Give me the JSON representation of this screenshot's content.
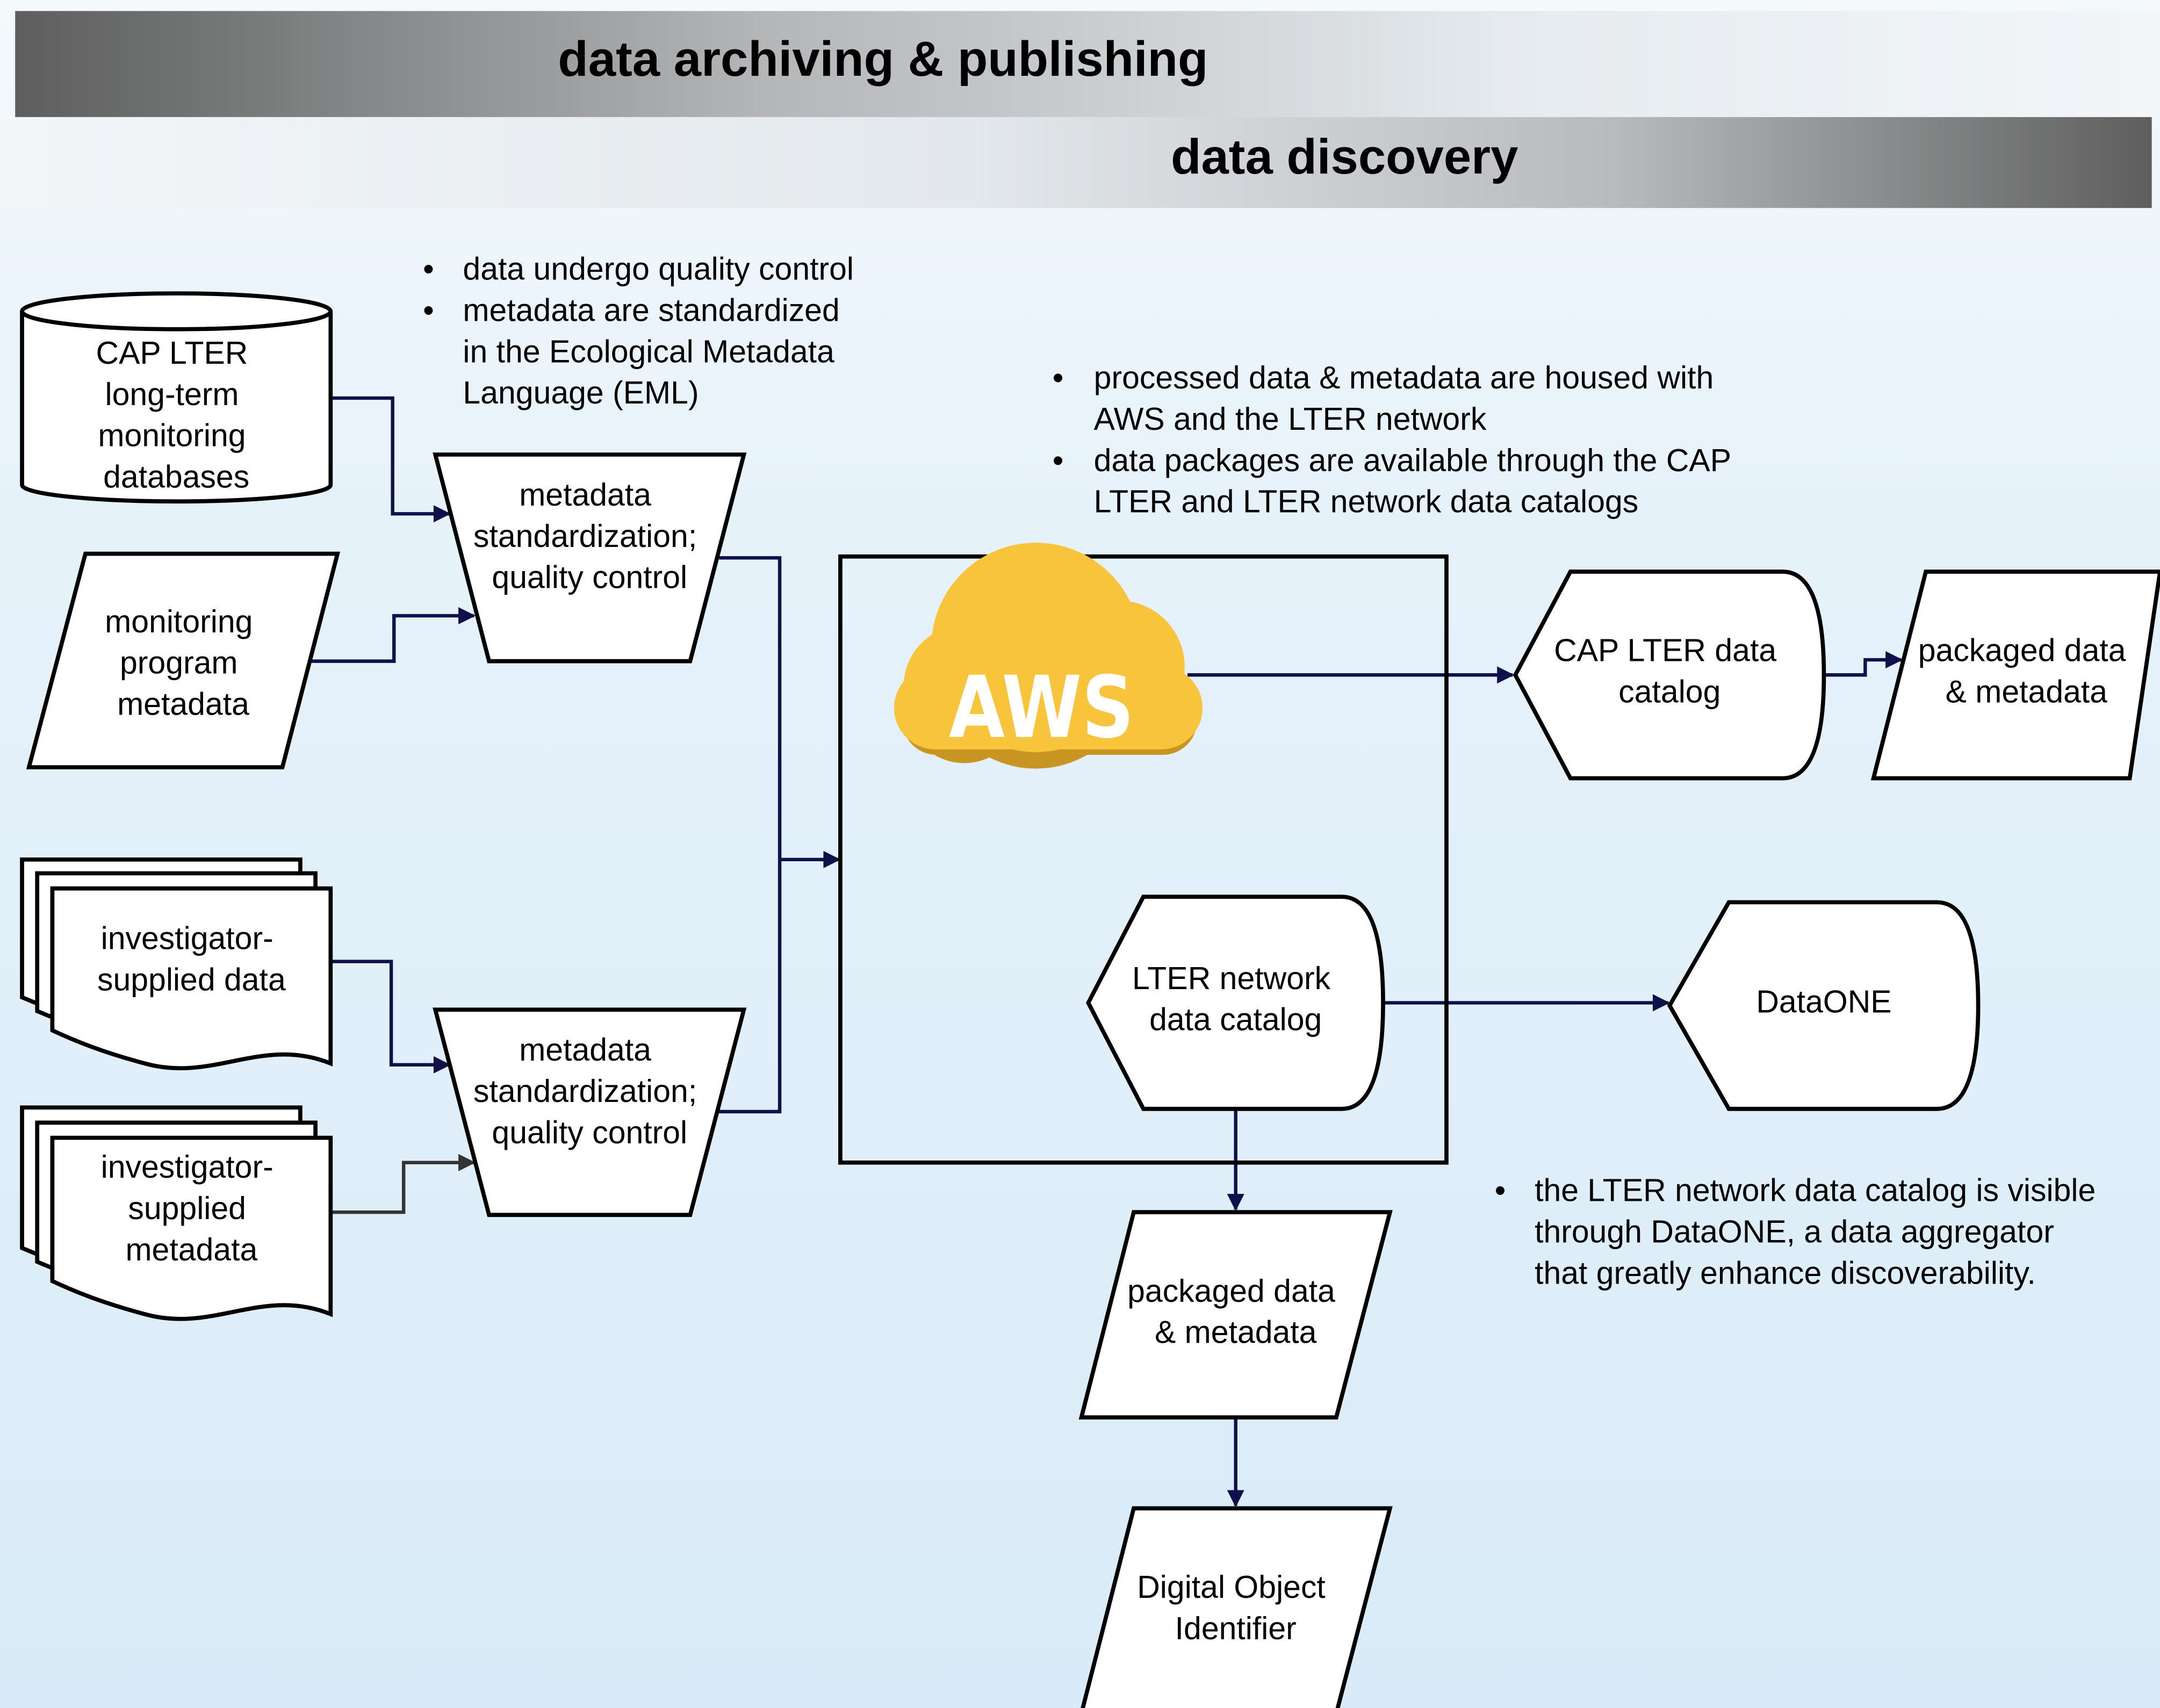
{
  "banners": {
    "archiving": "data archiving & publishing",
    "discovery": "data discovery"
  },
  "nodes": {
    "cap_databases": [
      "CAP LTER",
      "long-term",
      "monitoring",
      "databases"
    ],
    "program_metadata": [
      "monitoring",
      "program",
      "metadata"
    ],
    "investigator_data": [
      "investigator-",
      "supplied data"
    ],
    "investigator_metadata": [
      "investigator-",
      "supplied",
      "metadata"
    ],
    "standardization_top": [
      "metadata",
      "standardization;",
      "quality control"
    ],
    "standardization_bottom": [
      "metadata",
      "standardization;",
      "quality control"
    ],
    "aws_logo": "AWS",
    "lter_network_catalog": [
      "LTER network",
      "data catalog"
    ],
    "cap_lter_catalog": [
      "CAP LTER data",
      "catalog"
    ],
    "packaged_right": [
      "packaged data",
      "& metadata"
    ],
    "dataone": "DataONE",
    "packaged_bottom": [
      "packaged data",
      "& metadata"
    ],
    "doi": [
      "Digital Object",
      "Identifier"
    ]
  },
  "notes": {
    "quality": [
      [
        "data undergo quality control"
      ],
      [
        "metadata are standardized",
        "in the Ecological Metadata",
        "Language (EML)"
      ]
    ],
    "housing": [
      [
        "processed data & metadata are housed with",
        "AWS and the LTER network"
      ],
      [
        "data packages are available through the CAP",
        "LTER and LTER network data catalogs"
      ]
    ],
    "dataone": [
      [
        "the LTER network data catalog is visible",
        "through DataONE, a data aggregator",
        "that greatly enhance discoverability."
      ]
    ]
  },
  "colors": {
    "aws_cloud": "#f8c43c",
    "aws_cloud_shadow": "#c99522",
    "connector": "#10104a",
    "banner_dark": "#5e5e5e",
    "banner_light": "#e8eef2"
  }
}
